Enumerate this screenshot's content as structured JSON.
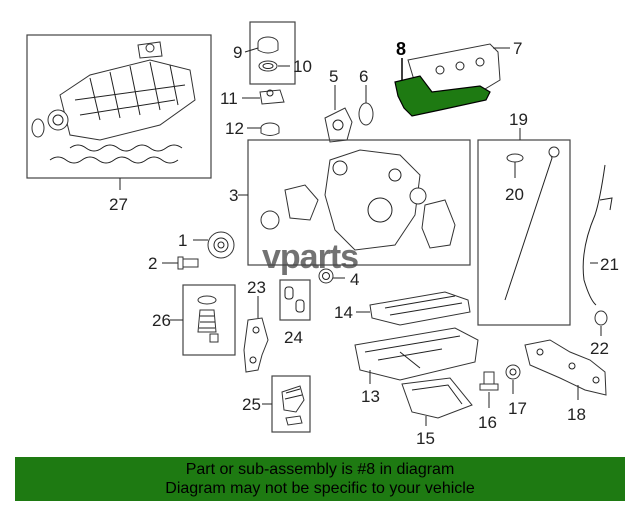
{
  "watermark": "vparts",
  "labels": {
    "n1": "1",
    "n2": "2",
    "n3": "3",
    "n4": "4",
    "n5": "5",
    "n6": "6",
    "n7": "7",
    "n8": "8",
    "n9": "9",
    "n10": "10",
    "n11": "11",
    "n12": "12",
    "n13": "13",
    "n14": "14",
    "n15": "15",
    "n16": "16",
    "n17": "17",
    "n18": "18",
    "n19": "19",
    "n20": "20",
    "n21": "21",
    "n22": "22",
    "n23": "23",
    "n24": "24",
    "n25": "25",
    "n26": "26",
    "n27": "27"
  },
  "banner": {
    "line1": "Part or sub-assembly is #8 in diagram",
    "line2": "Diagram may not be specific to your vehicle"
  },
  "colors": {
    "highlight": "#1e7a12",
    "banner_bg": "#1e7a12"
  }
}
